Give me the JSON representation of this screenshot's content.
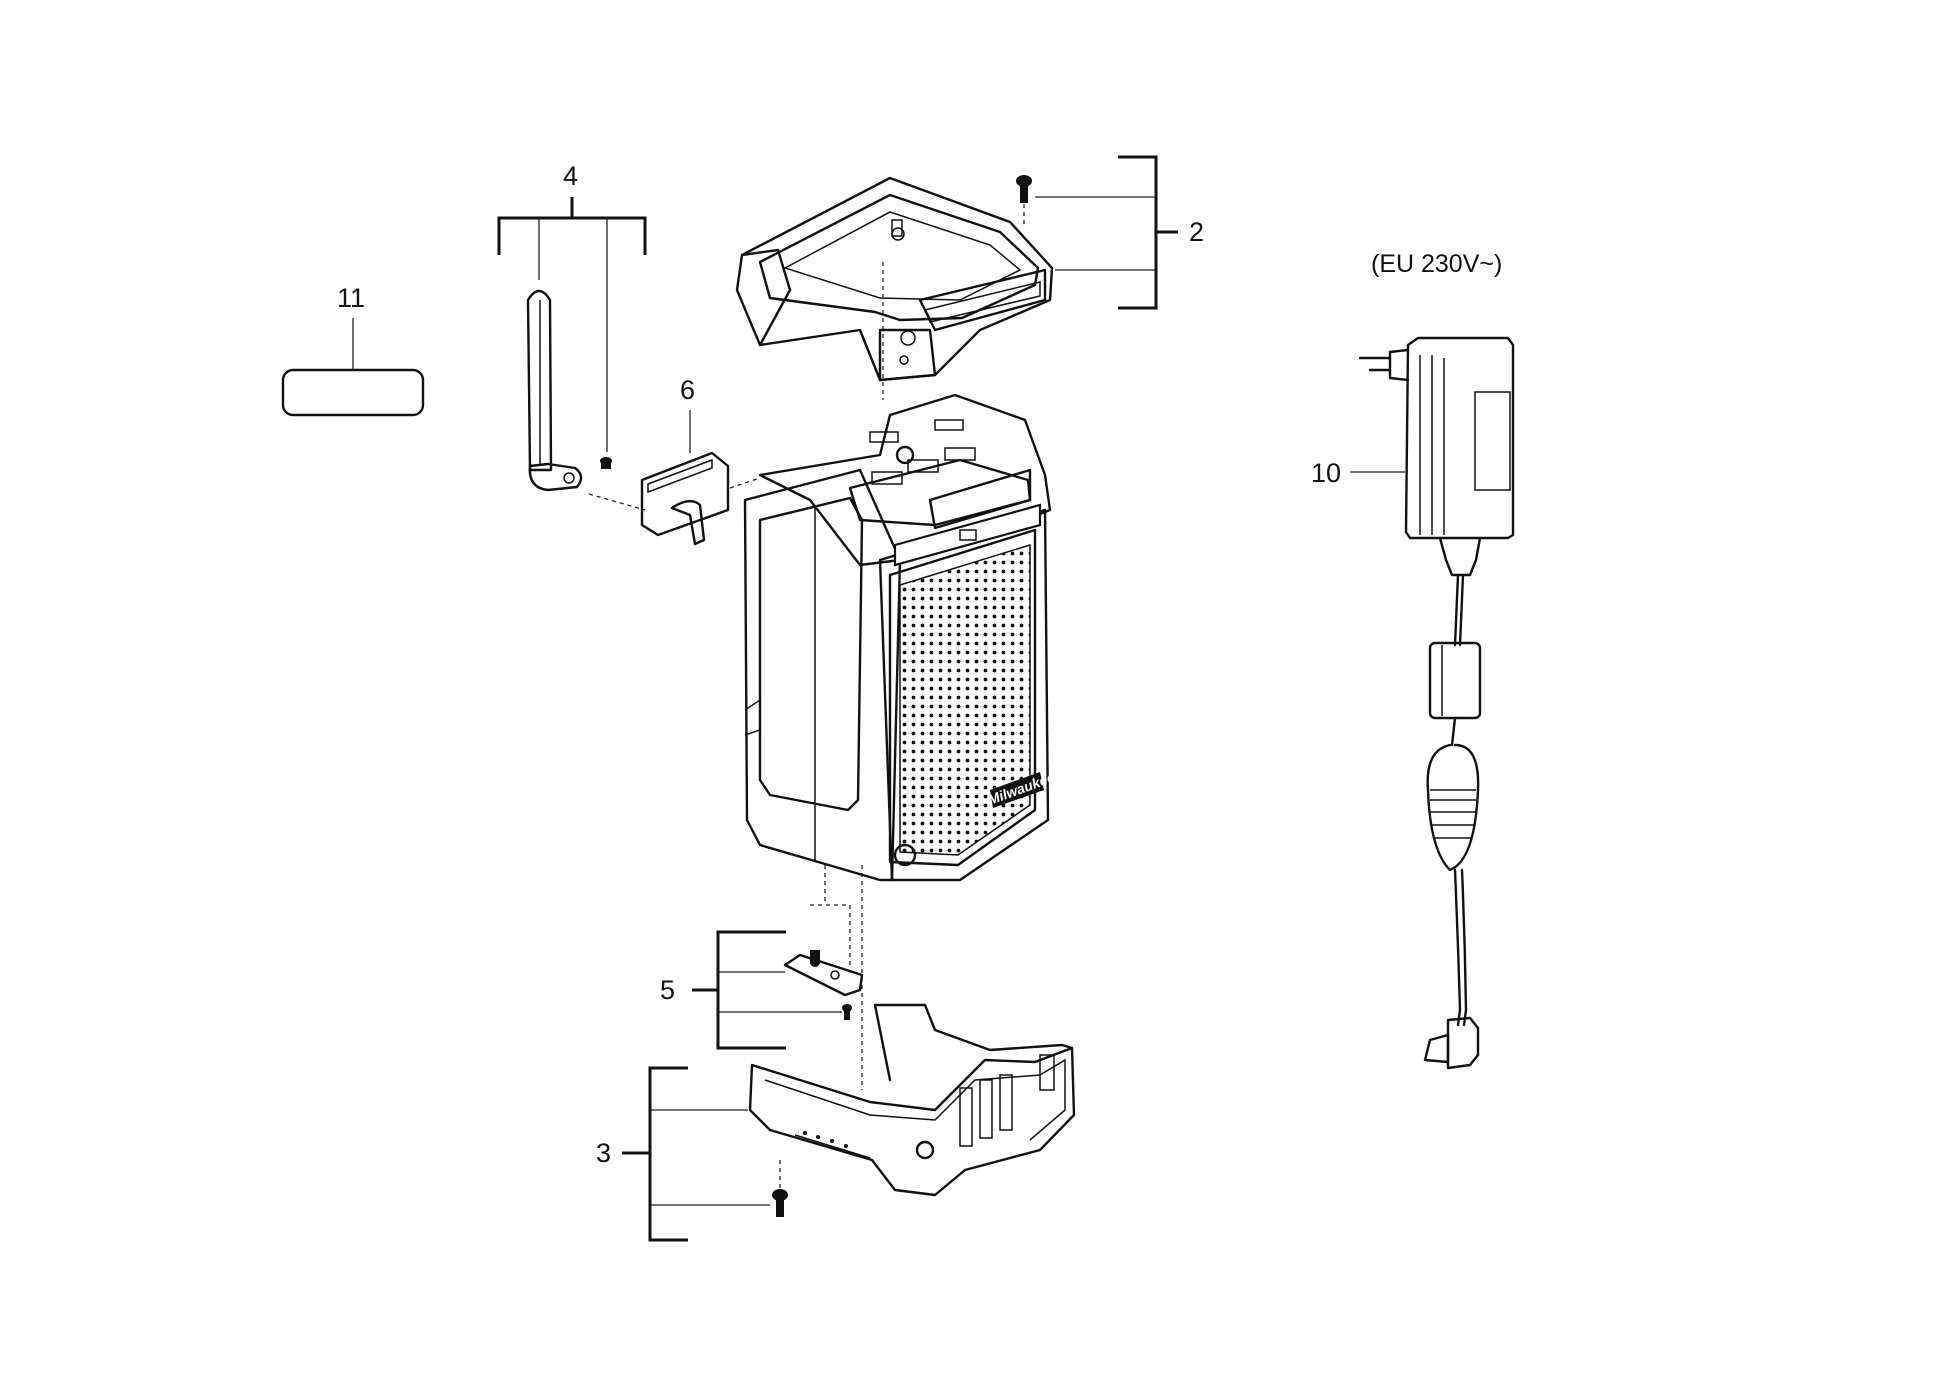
{
  "callouts": {
    "c2": "2",
    "c3": "3",
    "c4": "4",
    "c5": "5",
    "c6": "6",
    "c10": "10",
    "c11": "11"
  },
  "note": "(EU 230V~)",
  "label_blank": "",
  "logo_text": "Milwaukee"
}
